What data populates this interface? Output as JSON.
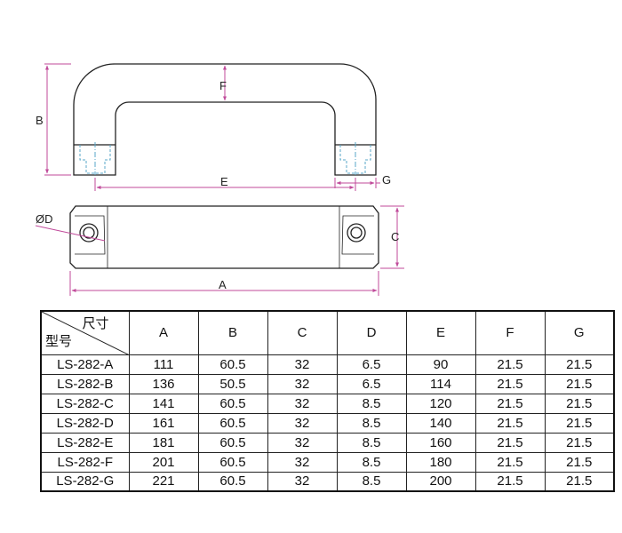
{
  "drawing": {
    "labels": {
      "A": "A",
      "B": "B",
      "C": "C",
      "D": "ØD",
      "E": "E",
      "F": "F",
      "G": "G"
    },
    "colors": {
      "line": "#222222",
      "dimension": "#c04a9a",
      "hidden": "#5aa7c8"
    }
  },
  "table": {
    "corner_top": "尺寸",
    "corner_bottom": "型号",
    "headers": [
      "A",
      "B",
      "C",
      "D",
      "E",
      "F",
      "G"
    ],
    "rows": [
      {
        "model": "LS-282-A",
        "values": [
          "111",
          "60.5",
          "32",
          "6.5",
          "90",
          "21.5",
          "21.5"
        ]
      },
      {
        "model": "LS-282-B",
        "values": [
          "136",
          "50.5",
          "32",
          "6.5",
          "114",
          "21.5",
          "21.5"
        ]
      },
      {
        "model": "LS-282-C",
        "values": [
          "141",
          "60.5",
          "32",
          "8.5",
          "120",
          "21.5",
          "21.5"
        ]
      },
      {
        "model": "LS-282-D",
        "values": [
          "161",
          "60.5",
          "32",
          "8.5",
          "140",
          "21.5",
          "21.5"
        ]
      },
      {
        "model": "LS-282-E",
        "values": [
          "181",
          "60.5",
          "32",
          "8.5",
          "160",
          "21.5",
          "21.5"
        ]
      },
      {
        "model": "LS-282-F",
        "values": [
          "201",
          "60.5",
          "32",
          "8.5",
          "180",
          "21.5",
          "21.5"
        ]
      },
      {
        "model": "LS-282-G",
        "values": [
          "221",
          "60.5",
          "32",
          "8.5",
          "200",
          "21.5",
          "21.5"
        ]
      }
    ]
  }
}
